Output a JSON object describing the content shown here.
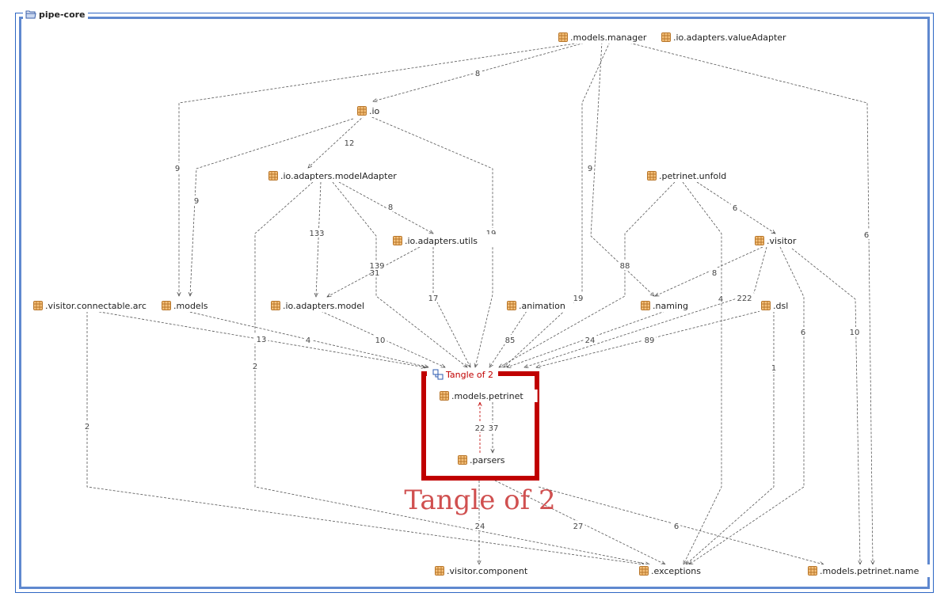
{
  "window": {
    "title": "pipe-core"
  },
  "colors": {
    "frame": "#2d66c4",
    "tangle": "#c00000",
    "edge": "#555555",
    "package_icon": "#d99a3a"
  },
  "packages": [
    {
      "id": "models_manager",
      "label": ".models.manager"
    },
    {
      "id": "valueAdapter",
      "label": ".io.adapters.valueAdapter"
    },
    {
      "id": "io",
      "label": ".io"
    },
    {
      "id": "modelAdapter",
      "label": ".io.adapters.modelAdapter"
    },
    {
      "id": "unfold",
      "label": ".petrinet.unfold"
    },
    {
      "id": "utils",
      "label": ".io.adapters.utils"
    },
    {
      "id": "visitor",
      "label": ".visitor"
    },
    {
      "id": "arc",
      "label": ".visitor.connectable.arc"
    },
    {
      "id": "models",
      "label": ".models"
    },
    {
      "id": "io_model",
      "label": ".io.adapters.model"
    },
    {
      "id": "animation",
      "label": ".animation"
    },
    {
      "id": "naming",
      "label": ".naming"
    },
    {
      "id": "dsl",
      "label": ".dsl"
    },
    {
      "id": "petrinet",
      "label": ".models.petrinet"
    },
    {
      "id": "parsers",
      "label": ".parsers"
    },
    {
      "id": "component",
      "label": ".visitor.component"
    },
    {
      "id": "exceptions",
      "label": ".exceptions"
    },
    {
      "id": "pn_name",
      "label": ".models.petrinet.name"
    }
  ],
  "tangle": {
    "header": "Tangle of 2",
    "caption": "Tangle of 2"
  },
  "dependencies": [
    {
      "from": "models_manager",
      "to": "io",
      "count": "8"
    },
    {
      "from": "models_manager",
      "to": "models",
      "count": "9"
    },
    {
      "from": "models_manager",
      "to": "naming",
      "count": "9"
    },
    {
      "from": "models_manager",
      "to": "tangle",
      "count": "19"
    },
    {
      "from": "models_manager",
      "to": "pn_name",
      "count": "6"
    },
    {
      "from": "io",
      "to": "modelAdapter",
      "count": "12"
    },
    {
      "from": "io",
      "to": "models",
      "count": "9"
    },
    {
      "from": "io",
      "to": "tangle",
      "count": "19"
    },
    {
      "from": "modelAdapter",
      "to": "io_model",
      "count": "133"
    },
    {
      "from": "modelAdapter",
      "to": "utils",
      "count": "8"
    },
    {
      "from": "modelAdapter",
      "to": "tangle",
      "count": "31"
    },
    {
      "from": "modelAdapter",
      "to": "exceptions",
      "count": "2"
    },
    {
      "from": "utils",
      "to": "io_model",
      "count": "139"
    },
    {
      "from": "utils",
      "to": "tangle",
      "count": "17"
    },
    {
      "from": "unfold",
      "to": "visitor",
      "count": "6"
    },
    {
      "from": "unfold",
      "to": "tangle",
      "count": "88"
    },
    {
      "from": "unfold",
      "to": "exceptions",
      "count": "4"
    },
    {
      "from": "visitor",
      "to": "naming",
      "count": "8"
    },
    {
      "from": "visitor",
      "to": "tangle",
      "count": "222"
    },
    {
      "from": "visitor",
      "to": "exceptions",
      "count": "6"
    },
    {
      "from": "visitor",
      "to": "pn_name",
      "count": "10"
    },
    {
      "from": "arc",
      "to": "tangle",
      "count": "13"
    },
    {
      "from": "arc",
      "to": "exceptions",
      "count": "2"
    },
    {
      "from": "models",
      "to": "tangle",
      "count": "4"
    },
    {
      "from": "io_model",
      "to": "tangle",
      "count": "10"
    },
    {
      "from": "animation",
      "to": "tangle",
      "count": "85"
    },
    {
      "from": "naming",
      "to": "tangle",
      "count": "24"
    },
    {
      "from": "dsl",
      "to": "tangle",
      "count": "89"
    },
    {
      "from": "dsl",
      "to": "exceptions",
      "count": "1"
    },
    {
      "from": "parsers",
      "to": "petrinet",
      "count": "22",
      "cyclic": true
    },
    {
      "from": "petrinet",
      "to": "parsers",
      "count": "37"
    },
    {
      "from": "tangle",
      "to": "component",
      "count": "24"
    },
    {
      "from": "tangle",
      "to": "exceptions",
      "count": "27"
    },
    {
      "from": "tangle",
      "to": "pn_name",
      "count": "6"
    }
  ]
}
